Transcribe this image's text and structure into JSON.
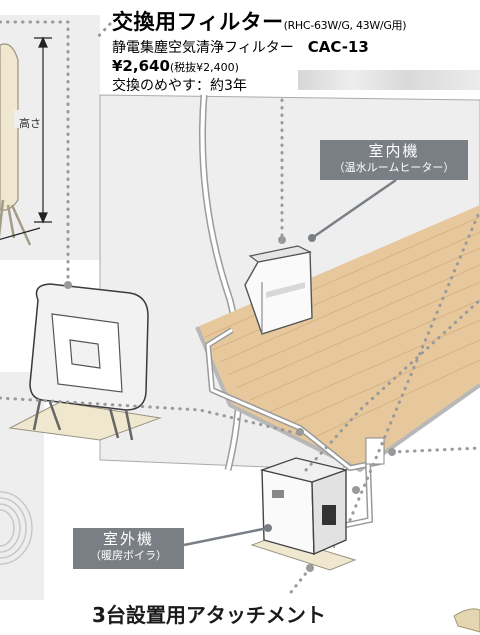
{
  "filter": {
    "title": "交換用フィルター",
    "models": "(RHC-63W/G, 43W/G用)",
    "description": "静電集塵空気清浄フィルター",
    "code": "CAC-13",
    "price": "¥2,640",
    "price_tax": "(税抜¥2,400)",
    "life": "交換のめやす：約3年"
  },
  "indoor_unit": {
    "label": "室内機",
    "sub": "（温水ルームヒーター）"
  },
  "outdoor_unit": {
    "label": "室外機",
    "sub": "（暖房ボイラ）"
  },
  "tank": {
    "height_label": "高さ"
  },
  "attachment": {
    "title": "3台設置用アタッチメント"
  },
  "colors": {
    "label_bg": "#7a7f86",
    "floor": "#e7c89d",
    "dots": "#9a9a9a"
  }
}
